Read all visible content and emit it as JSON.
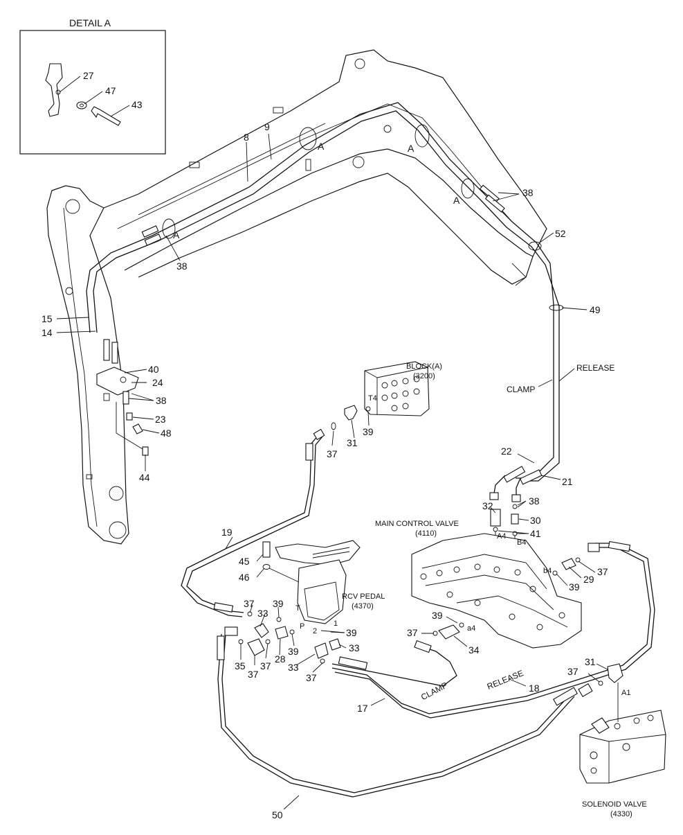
{
  "detail": {
    "title": "DETAIL A",
    "parts": [
      "27",
      "47",
      "43"
    ]
  },
  "sections": {
    "A": "A"
  },
  "components": {
    "block_a": {
      "name": "BLOCK(A)",
      "code": "(3200)",
      "port": "T4"
    },
    "main_control_valve": {
      "name": "MAIN CONTROL VALVE",
      "code": "(4110)",
      "ports": [
        "A4",
        "B4",
        "b4",
        "a4"
      ]
    },
    "rcv_pedal": {
      "name": "RCV PEDAL",
      "code": "(4370)",
      "ports": [
        "T",
        "P",
        "2",
        "1"
      ]
    },
    "solenoid_valve": {
      "name": "SOLENOID VALVE",
      "code": "(4330)",
      "port": "A1"
    }
  },
  "annotations": {
    "clamp": "CLAMP",
    "release": "RELEASE"
  },
  "callouts": [
    "8",
    "9",
    "38",
    "38",
    "52",
    "49",
    "15",
    "14",
    "40",
    "24",
    "38",
    "23",
    "48",
    "44",
    "37",
    "31",
    "39",
    "22",
    "21",
    "32",
    "38",
    "30",
    "41",
    "19",
    "45",
    "46",
    "29",
    "37",
    "39",
    "37",
    "33",
    "39",
    "39",
    "39",
    "33",
    "28",
    "37",
    "35",
    "37",
    "39",
    "33",
    "37",
    "34",
    "37",
    "31",
    "18",
    "17",
    "50"
  ]
}
